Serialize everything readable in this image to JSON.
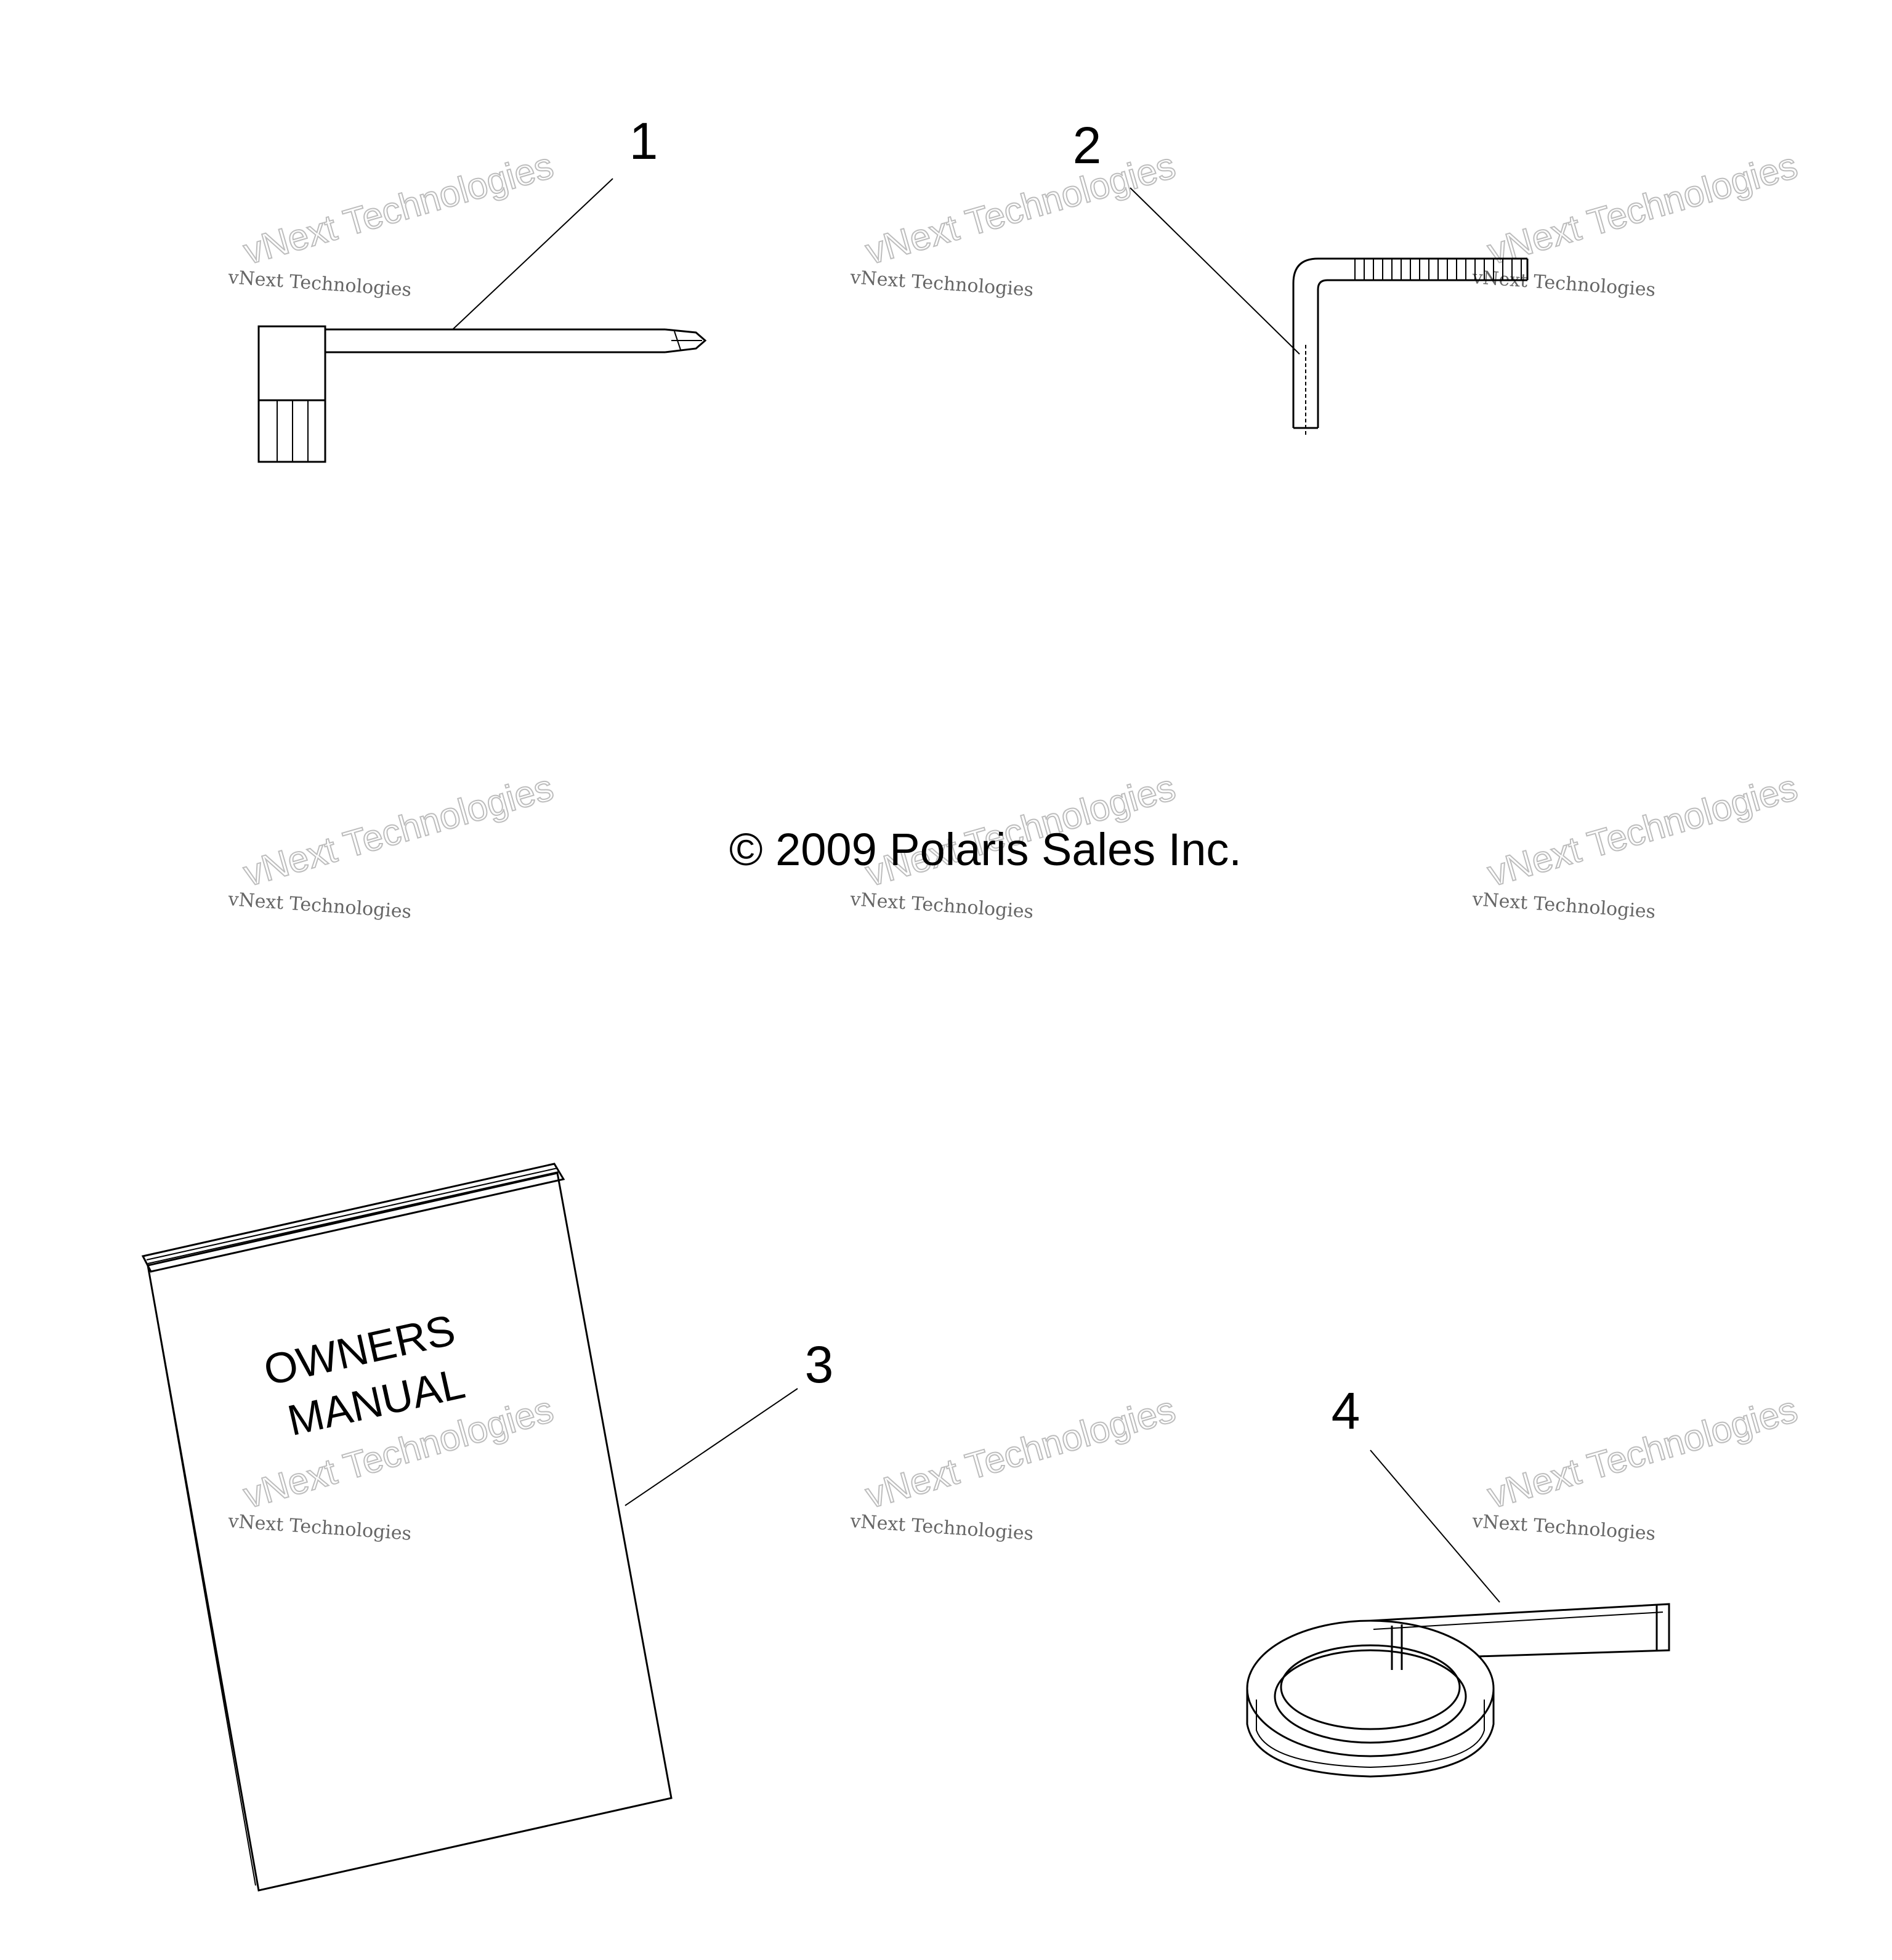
{
  "diagram": {
    "callouts": [
      {
        "id": "1",
        "text": "1"
      },
      {
        "id": "2",
        "text": "2"
      },
      {
        "id": "3",
        "text": "3"
      },
      {
        "id": "4",
        "text": "4"
      }
    ],
    "copyright": "© 2009 Polaris Sales Inc.",
    "manual": {
      "line1": "OWNERS",
      "line2": "MANUAL"
    },
    "watermark": {
      "small": "vNext Technologies",
      "big": "vNext Technologies"
    }
  }
}
